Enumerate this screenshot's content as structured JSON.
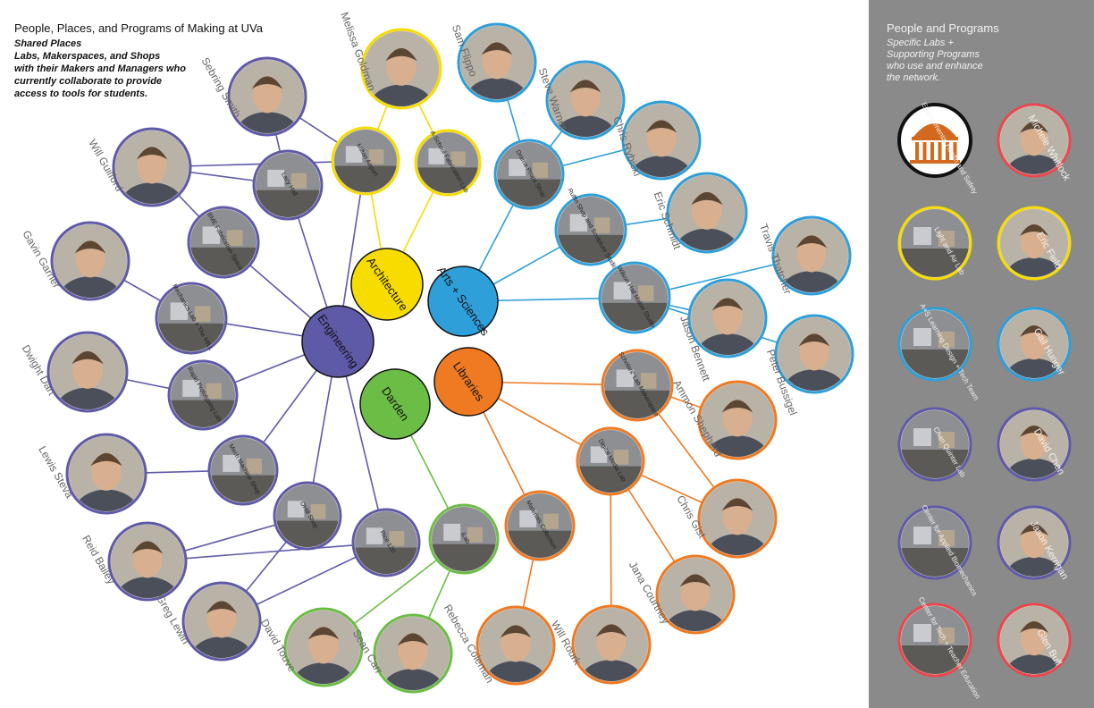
{
  "header": {
    "title": "People, Places, and Programs of Making at UVa",
    "subtitle": [
      "Shared Places",
      "Labs, Makerspaces, and Shops",
      "with their Makers and Managers who",
      "currently collaborate to provide",
      "access to tools for students."
    ]
  },
  "sidebar": {
    "title": "People and Programs",
    "subtitle": [
      "Specific Labs +",
      "Supporting Programs",
      "who use and enhance",
      "the network."
    ]
  },
  "colors": {
    "architecture": "#f7dc00",
    "arts": "#2e9fd9",
    "engineering": "#5f5aa8",
    "libraries": "#ef7a22",
    "darden": "#6cbd45",
    "sidebar_bg": "#8a8a8a",
    "red": "#e8484e",
    "black": "#111111"
  },
  "hubs": [
    {
      "key": "architecture",
      "label": "Architecture",
      "color": "#f7dc00"
    },
    {
      "key": "arts",
      "label": "Arts + Sciences",
      "color": "#2e9fd9"
    },
    {
      "key": "engineering",
      "label": "Engineering",
      "color": "#5f5aa8"
    },
    {
      "key": "libraries",
      "label": "Libraries",
      "color": "#ef7a22"
    },
    {
      "key": "darden",
      "label": "Darden",
      "color": "#6cbd45"
    }
  ],
  "labs": [
    {
      "key": "milton",
      "label": "Milton Airport",
      "hub": "architecture"
    },
    {
      "key": "afab",
      "label": "A-School Fabrication Lab",
      "hub": "architecture"
    },
    {
      "key": "drama",
      "label": "Drama Props Shop",
      "hub": "arts"
    },
    {
      "key": "ruffin",
      "label": "Ruffin Shop and Sculpture Studio",
      "hub": "arts"
    },
    {
      "key": "wilson",
      "label": "Wilson Hall Maker Studio",
      "hub": "arts"
    },
    {
      "key": "lacy",
      "label": "Lacy Hall",
      "hub": "engineering"
    },
    {
      "key": "bme",
      "label": "BME Fabrication Space",
      "hub": "engineering"
    },
    {
      "key": "mill",
      "label": "Mechanics Lab + The MILL",
      "hub": "engineering"
    },
    {
      "key": "rapid",
      "label": "Rapid Prototyping Lab",
      "hub": "engineering"
    },
    {
      "key": "machine",
      "label": "Mech Machine Shop",
      "hub": "engineering"
    },
    {
      "key": "ohill",
      "label": "OHill Shop",
      "hub": "engineering"
    },
    {
      "key": "rice",
      "label": "Rice 120",
      "hub": "engineering"
    },
    {
      "key": "iLab",
      "label": "iLab",
      "hub": "darden"
    },
    {
      "key": "scholars",
      "label": "Scholars' Lab Makerspace",
      "hub": "libraries"
    },
    {
      "key": "dml",
      "label": "Digital Media Lab",
      "hub": "libraries"
    },
    {
      "key": "music",
      "label": "Materials Collection",
      "hub": "libraries"
    }
  ],
  "people": [
    {
      "key": "goldman",
      "name": "Melissa Goldman",
      "color": "#f7dc00"
    },
    {
      "key": "flippo",
      "name": "Sam Flippo",
      "color": "#2e9fd9"
    },
    {
      "key": "warner",
      "name": "Steve Warner",
      "color": "#2e9fd9"
    },
    {
      "key": "rybiski",
      "name": "Chris Rybiski",
      "color": "#2e9fd9"
    },
    {
      "key": "schmidt",
      "name": "Eric Schmidt",
      "color": "#2e9fd9"
    },
    {
      "key": "thatcher",
      "name": "Travis Thatcher",
      "color": "#2e9fd9"
    },
    {
      "key": "bennett",
      "name": "Jason Bennett",
      "color": "#2e9fd9"
    },
    {
      "key": "bussigel",
      "name": "Peter Bussigel",
      "color": "#2e9fd9"
    },
    {
      "key": "smith",
      "name": "Sebring Smith",
      "color": "#5f5aa8"
    },
    {
      "key": "guilford",
      "name": "Will Guilford",
      "color": "#5f5aa8"
    },
    {
      "key": "garner",
      "name": "Gavin Garner",
      "color": "#5f5aa8"
    },
    {
      "key": "dart",
      "name": "Dwight Dart",
      "color": "#5f5aa8"
    },
    {
      "key": "steva",
      "name": "Lewis Steva",
      "color": "#5f5aa8"
    },
    {
      "key": "bailey",
      "name": "Reid Bailey",
      "color": "#5f5aa8"
    },
    {
      "key": "lewin",
      "name": "Greg Lewin",
      "color": "#5f5aa8"
    },
    {
      "key": "touve",
      "name": "David Touve",
      "color": "#6cbd45"
    },
    {
      "key": "carr",
      "name": "Sean Carr",
      "color": "#6cbd45"
    },
    {
      "key": "coleman",
      "name": "Rebecca Coleman",
      "color": "#ef7a22"
    },
    {
      "key": "rourk",
      "name": "Will Rourk",
      "color": "#ef7a22"
    },
    {
      "key": "courtney",
      "name": "Jana Courtney",
      "color": "#ef7a22"
    },
    {
      "key": "gist",
      "name": "Chris Gist",
      "color": "#ef7a22"
    },
    {
      "key": "shepherd",
      "name": "Ammon Shepherd",
      "color": "#ef7a22"
    }
  ],
  "sidebar_items": [
    {
      "key": "ehs",
      "label": "Environmental Health and Safety",
      "color": "#111111"
    },
    {
      "key": "whitlock",
      "label": "Michele Whitlock",
      "color": "#e8484e"
    },
    {
      "key": "light",
      "label": "Light and Air Lab",
      "color": "#f7dc00"
    },
    {
      "key": "field",
      "label": "Eric Field",
      "color": "#f7dc00"
    },
    {
      "key": "design",
      "label": "A+S Learning Design + Tech Team",
      "color": "#2e9fd9"
    },
    {
      "key": "hunger",
      "label": "Gail Hunger",
      "color": "#2e9fd9"
    },
    {
      "key": "chan",
      "label": "Chan Quinter Lab",
      "color": "#5f5aa8"
    },
    {
      "key": "chen",
      "label": "David Chen",
      "color": "#5f5aa8"
    },
    {
      "key": "biomech",
      "label": "Center for Applied Biomechanics",
      "color": "#5f5aa8"
    },
    {
      "key": "kerrigan",
      "label": "Jason Kerrigan",
      "color": "#5f5aa8"
    },
    {
      "key": "techteach",
      "label": "Center for Tech + Teacher Education",
      "color": "#e8484e"
    },
    {
      "key": "bull",
      "label": "Glen Bull",
      "color": "#e8484e"
    }
  ],
  "edges": [
    [
      "goldman",
      "milton"
    ],
    [
      "goldman",
      "afab"
    ],
    [
      "smith",
      "milton"
    ],
    [
      "smith",
      "lacy"
    ],
    [
      "guilford",
      "milton"
    ],
    [
      "guilford",
      "lacy"
    ],
    [
      "guilford",
      "bme"
    ],
    [
      "milton",
      "architecture"
    ],
    [
      "afab",
      "architecture"
    ],
    [
      "milton",
      "engineering"
    ],
    [
      "flippo",
      "drama"
    ],
    [
      "warner",
      "drama"
    ],
    [
      "rybiski",
      "drama"
    ],
    [
      "schmidt",
      "ruffin"
    ],
    [
      "thatcher",
      "wilson"
    ],
    [
      "bennett",
      "wilson"
    ],
    [
      "bussigel",
      "wilson"
    ],
    [
      "drama",
      "arts"
    ],
    [
      "ruffin",
      "arts"
    ],
    [
      "wilson",
      "arts"
    ],
    [
      "lacy",
      "engineering"
    ],
    [
      "bme",
      "engineering"
    ],
    [
      "mill",
      "engineering"
    ],
    [
      "rapid",
      "engineering"
    ],
    [
      "machine",
      "engineering"
    ],
    [
      "ohill",
      "engineering"
    ],
    [
      "rice",
      "engineering"
    ],
    [
      "garner",
      "mill"
    ],
    [
      "dart",
      "rapid"
    ],
    [
      "steva",
      "machine"
    ],
    [
      "bailey",
      "ohill"
    ],
    [
      "bailey",
      "rice"
    ],
    [
      "lewin",
      "ohill"
    ],
    [
      "lewin",
      "rice"
    ],
    [
      "iLab",
      "darden"
    ],
    [
      "touve",
      "iLab"
    ],
    [
      "carr",
      "iLab"
    ],
    [
      "scholars",
      "libraries"
    ],
    [
      "dml",
      "libraries"
    ],
    [
      "music",
      "libraries"
    ],
    [
      "shepherd",
      "scholars"
    ],
    [
      "gist",
      "scholars"
    ],
    [
      "gist",
      "dml"
    ],
    [
      "courtney",
      "dml"
    ],
    [
      "rourk",
      "dml"
    ],
    [
      "coleman",
      "music"
    ]
  ]
}
